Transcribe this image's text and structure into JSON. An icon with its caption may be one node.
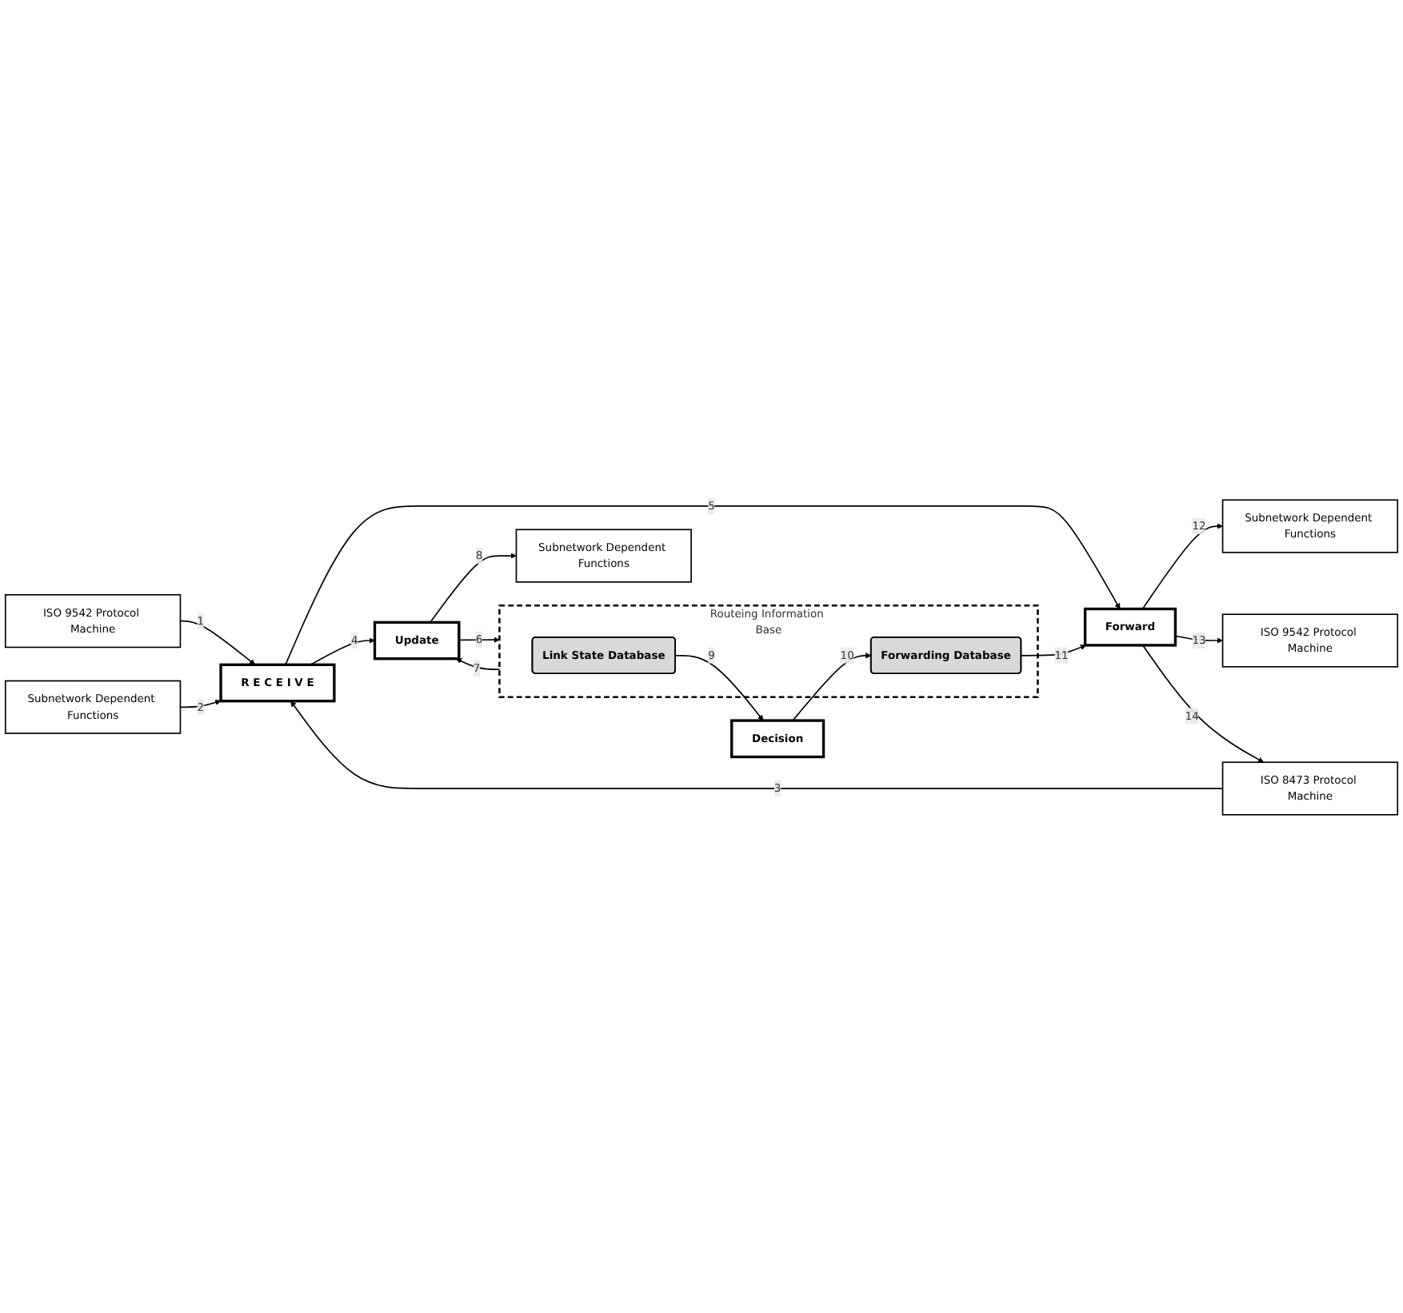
{
  "diagram": {
    "nodes": [
      {
        "text": [
          "ISO 9542 Protocol Machine"
        ]
      },
      {
        "text": [
          "Subnetwork Dependent Functions"
        ]
      },
      {
        "text": [
          "ISO 8473 Protocol Machine"
        ]
      },
      {
        "text": [
          "R E C E I V E"
        ]
      },
      {
        "text": [
          "Update"
        ]
      },
      {
        "text": [
          "Subnetwork Dependent Functions"
        ]
      },
      {
        "text": [
          "Routeing Information Base"
        ]
      },
      {
        "text": [
          "Link State Database"
        ],
        "in": 6
      },
      {
        "text": [
          "Forwarding Database"
        ],
        "in": 6
      },
      {
        "text": [
          "Decision"
        ]
      },
      {
        "text": [
          "Forward"
        ]
      },
      {
        "text": [
          "Subnetwork Dependent Functions"
        ]
      },
      {
        "text": [
          "ISO 9542 Protocol Machine"
        ]
      }
    ],
    "edges": [
      {
        "from": 0,
        "to": 3,
        "arrow": "to",
        "label": "1"
      },
      {
        "from": 1,
        "to": 3,
        "arrow": "to",
        "label": "2"
      },
      {
        "from": 2,
        "to": 3,
        "arrow": "to",
        "label": "3"
      },
      {
        "from": 3,
        "to": 4,
        "arrow": "to",
        "label": "4"
      },
      {
        "from": 3,
        "to": 10,
        "arrow": "to",
        "label": "5"
      },
      {
        "from": 4,
        "to": 6,
        "arrow": "to",
        "label": "6"
      },
      {
        "from": 6,
        "to": 4,
        "arrow": "to",
        "label": "7"
      },
      {
        "from": 4,
        "to": 5,
        "arrow": "to",
        "label": "8"
      },
      {
        "from": 7,
        "to": 9,
        "arrow": "to",
        "label": "9"
      },
      {
        "from": 9,
        "to": 8,
        "arrow": "to",
        "label": "10"
      },
      {
        "from": 8,
        "to": 10,
        "arrow": "to",
        "label": "11"
      },
      {
        "from": 10,
        "to": 11,
        "arrow": "to",
        "label": "12"
      },
      {
        "from": 10,
        "to": 12,
        "arrow": "to",
        "label": "13"
      },
      {
        "from": 10,
        "to": 2,
        "arrow": "to",
        "label": "14"
      }
    ]
  }
}
